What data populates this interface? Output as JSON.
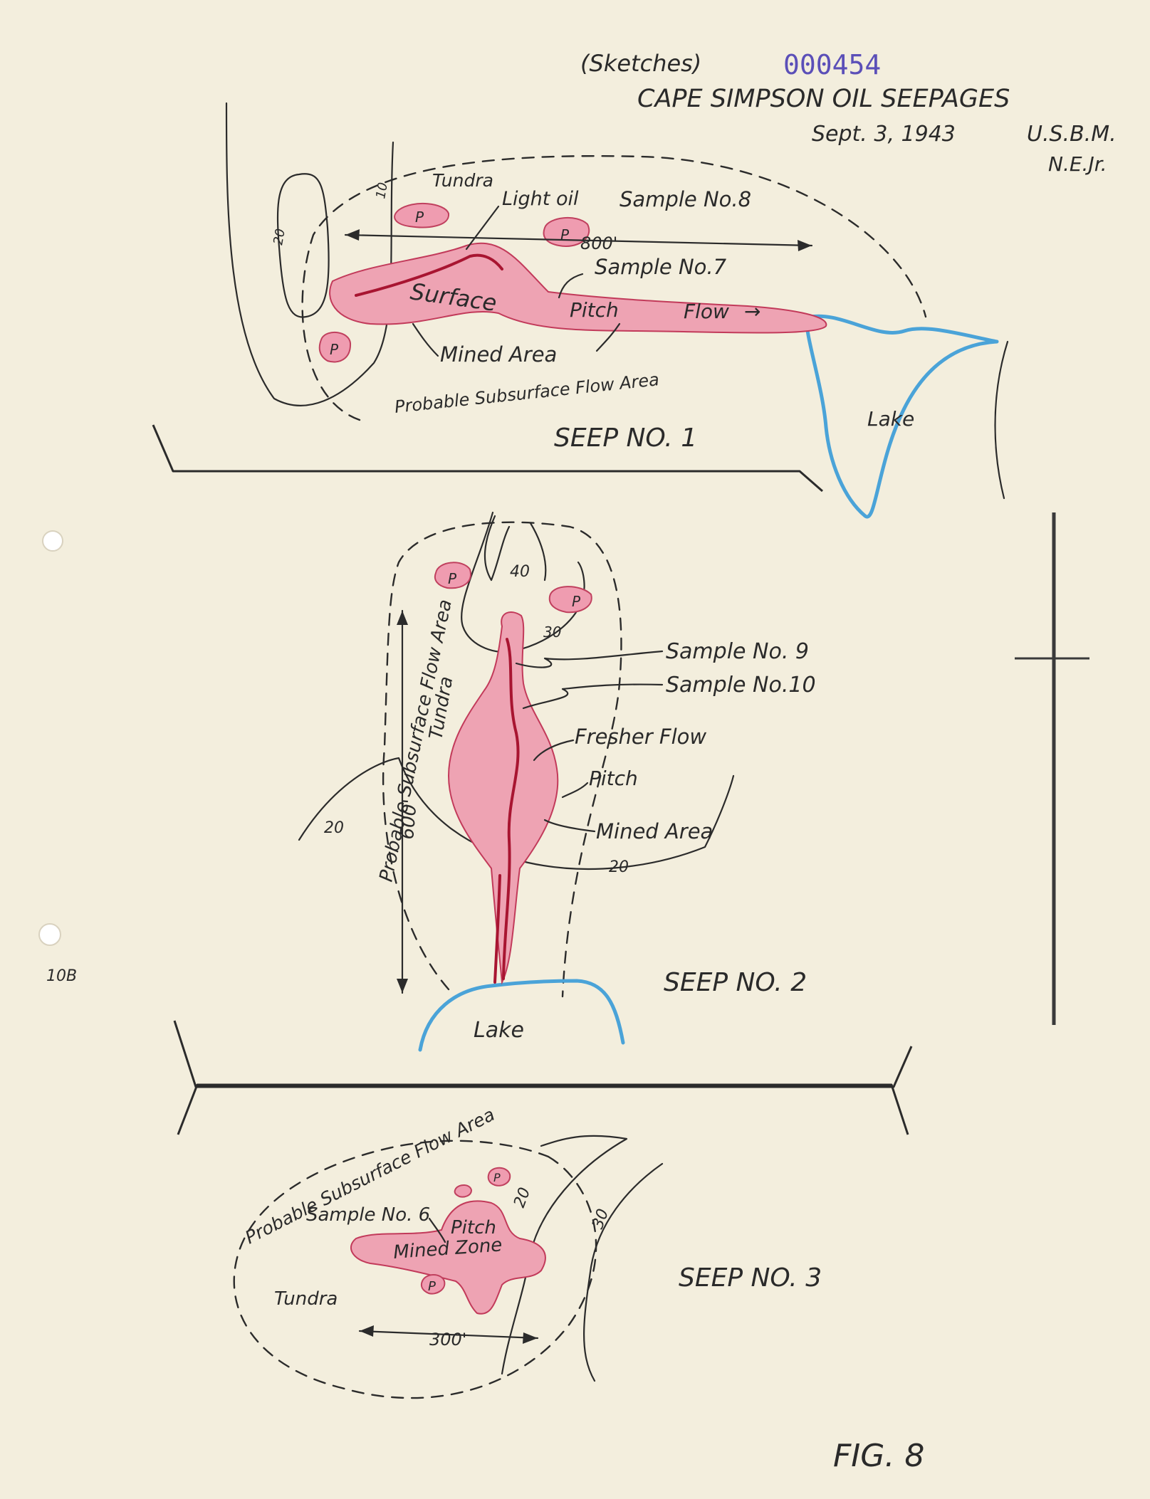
{
  "header": {
    "sketches": "(Sketches)",
    "doc_number": "000454",
    "title": "CAPE SIMPSON OIL SEEPAGES",
    "date": "Sept. 3, 1943",
    "agency": "U.S.B.M.",
    "initials": "N.E.Jr."
  },
  "seep1": {
    "title": "SEEP NO. 1",
    "tundra": "Tundra",
    "light_oil": "Light oil",
    "sample8": "Sample No.8",
    "sample7": "Sample No.7",
    "dimension": "800'",
    "surface": "Surface",
    "pitch": "Pitch",
    "flow": "Flow",
    "mined_area": "Mined Area",
    "subsurface": "Probable Subsurface Flow Area",
    "lake": "Lake",
    "p": "P",
    "contour_a": "10",
    "contour_b": "20"
  },
  "seep2": {
    "title": "SEEP NO. 2",
    "subsurface": "Probable Subsurface Flow Area",
    "tundra": "Tundra",
    "dimension": "600'",
    "sample9": "Sample No. 9",
    "sample10": "Sample No.10",
    "fresher_flow": "Fresher Flow",
    "pitch": "Pitch",
    "mined_area": "Mined Area",
    "lake": "Lake",
    "p": "P",
    "contour_40": "40",
    "contour_30": "30",
    "contour_20": "20"
  },
  "seep3": {
    "title": "SEEP NO. 3",
    "subsurface": "Probable Subsurface Flow Area",
    "sample6": "Sample No. 6",
    "pitch": "Pitch",
    "mined_zone": "Mined Zone",
    "tundra": "Tundra",
    "dimension": "300'",
    "p": "P",
    "contour_20": "20",
    "contour_30": "30"
  },
  "margin_note": "10B",
  "figure_label": "FIG. 8",
  "colors": {
    "paper": "#f3eedd",
    "pitch": "#eea3b3",
    "flow": "#a81531",
    "lake": "#4aa3d8",
    "stamp": "#5b4fb8"
  }
}
